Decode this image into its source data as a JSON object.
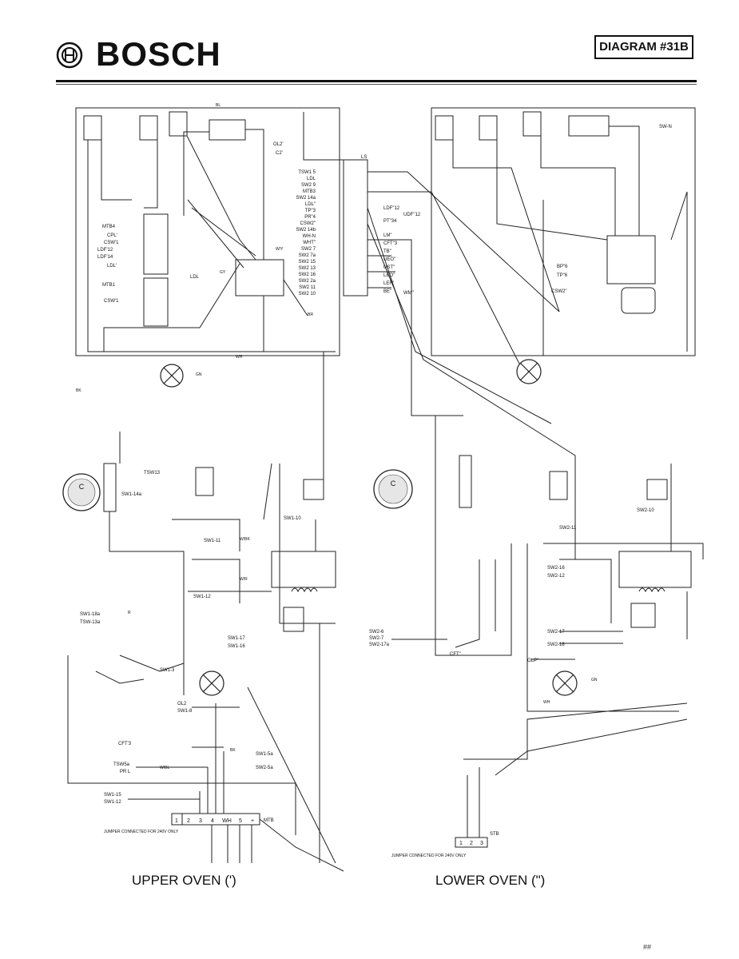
{
  "header": {
    "brand": "BOSCH",
    "diagram_id": "DIAGRAM #31B"
  },
  "captions": {
    "upper": "UPPER OVEN (')",
    "lower": "LOWER OVEN (\")"
  },
  "labels": {
    "tsw1": "TSW1 5",
    "ldl": "LDL",
    "sw2_9": "SW2 9",
    "mtb3": "MTB3",
    "sw2_14a": "SW2 14a",
    "ldl2": "LDL\"",
    "tp3": "TP\"3",
    "pr1": "PR\"4",
    "cswa": "CSW2\"",
    "sw2_14b": "SW2 14b",
    "wh_n": "WH-N",
    "wht": "WHT\"",
    "sw2_7": "SW2 7",
    "sw2_7a": "SW2 7a",
    "sw2_15": "SW2 15",
    "sw2_13": "SW2 13",
    "sw2_16": "SW2 16",
    "sw2_2a": "SW2 2a",
    "sw2_11": "SW2 11",
    "sw2_10": "SW2 10",
    "ldfa": "LDF\"12",
    "udfa": "UDF\"12",
    "ptt": "PT\"34",
    "lmr": "LM\"",
    "cft": "CFT\"3",
    "tb": "TB\"",
    "ueo": "UEO\"",
    "ust": "UST\"",
    "leo": "LEO\"",
    "lef": "LEF\"",
    "be": "BE\"",
    "wmr": "WM\"",
    "ldl_mid": "LDL",
    "mtb1": "MTB1",
    "mtb4": "MTB4",
    "cpl": "CPL'",
    "csw1": "CSW'1",
    "ldf12": "LDF'12",
    "ldf14": "LDF'14",
    "ldl_r": "LDL'",
    "csw1b": "CSW'1",
    "ol2": "OL2'",
    "c2": "C2'",
    "tsw13": "TSW13",
    "sw1_14a": "SW1-14a",
    "sw1_11": "SW1-11",
    "sw1_10": "SW1-10",
    "sw1_12": "SW1-12",
    "sw1_17": "SW1-17",
    "sw1_16": "SW1-16",
    "sw1_18a": "SW1-18a",
    "tsw1_3a": "TSW-13a",
    "sw1_3": "SW1-3",
    "ol2_b": "OL2",
    "sw1_8": "SW1-8",
    "cft3": "CFT'3",
    "tsw5a": "TSW5a",
    "prl": "PR L",
    "sw1_5a": "SW1-5a",
    "sw2_5a": "SW2-5a",
    "sw1_15": "SW1-15",
    "sw1_12b": "SW1-12",
    "mtb": "MTB",
    "jumper_upper": "JUMPER CONNECTED FOR 240V ONLY",
    "jumper_lower": "JUMPER CONNECTED FOR 240V ONLY",
    "stb": "STB",
    "sw2_6": "SW2-6",
    "sw2_7b": "SW2-7",
    "sw2_17a": "SW2-17a",
    "cft2": "CFT\"",
    "sw2_17": "SW2-17",
    "sw2_18": "SW2-18",
    "sw2_16b": "SW2-16",
    "sw2_12": "SW2-12",
    "sw2_11b": "SW2-11",
    "sw2_10b": "SW2-10",
    "olp": "OLP\"",
    "bp6": "BP\"6",
    "tp6": "TP\"6",
    "csw2": "CSW2\"",
    "sw_n": "SW-N",
    "lsr": "LS",
    "wire_gn": "GN",
    "wire_wh": "WH",
    "wire_bk": "BK",
    "wire_bl": "BL",
    "wire_gy": "GY",
    "wire_wr": "W/R",
    "wire_wbk": "W/BK",
    "wire_wbl": "W/BL",
    "wire_wy": "W/Y",
    "wire_br": "BR",
    "wire_r": "R",
    "wire_bk2": "BK",
    "wire_wh2": "WH",
    "wire_gn2": "GN",
    "c_upper": "C",
    "c_lower": "C",
    "t_1": "1",
    "t_2": "2",
    "t_3": "3",
    "t_4": "4",
    "t_wh": "WH",
    "t_5": "5",
    "t_plus": "+",
    "s_1": "1",
    "s_2": "2",
    "s_3": "3",
    "mark": "##"
  },
  "icons": {
    "logo": "bosch-armature-logo",
    "lamp": "lamp-icon",
    "motor": "motor-icon"
  },
  "colors": {
    "ink": "#111111",
    "paper": "#ffffff"
  }
}
